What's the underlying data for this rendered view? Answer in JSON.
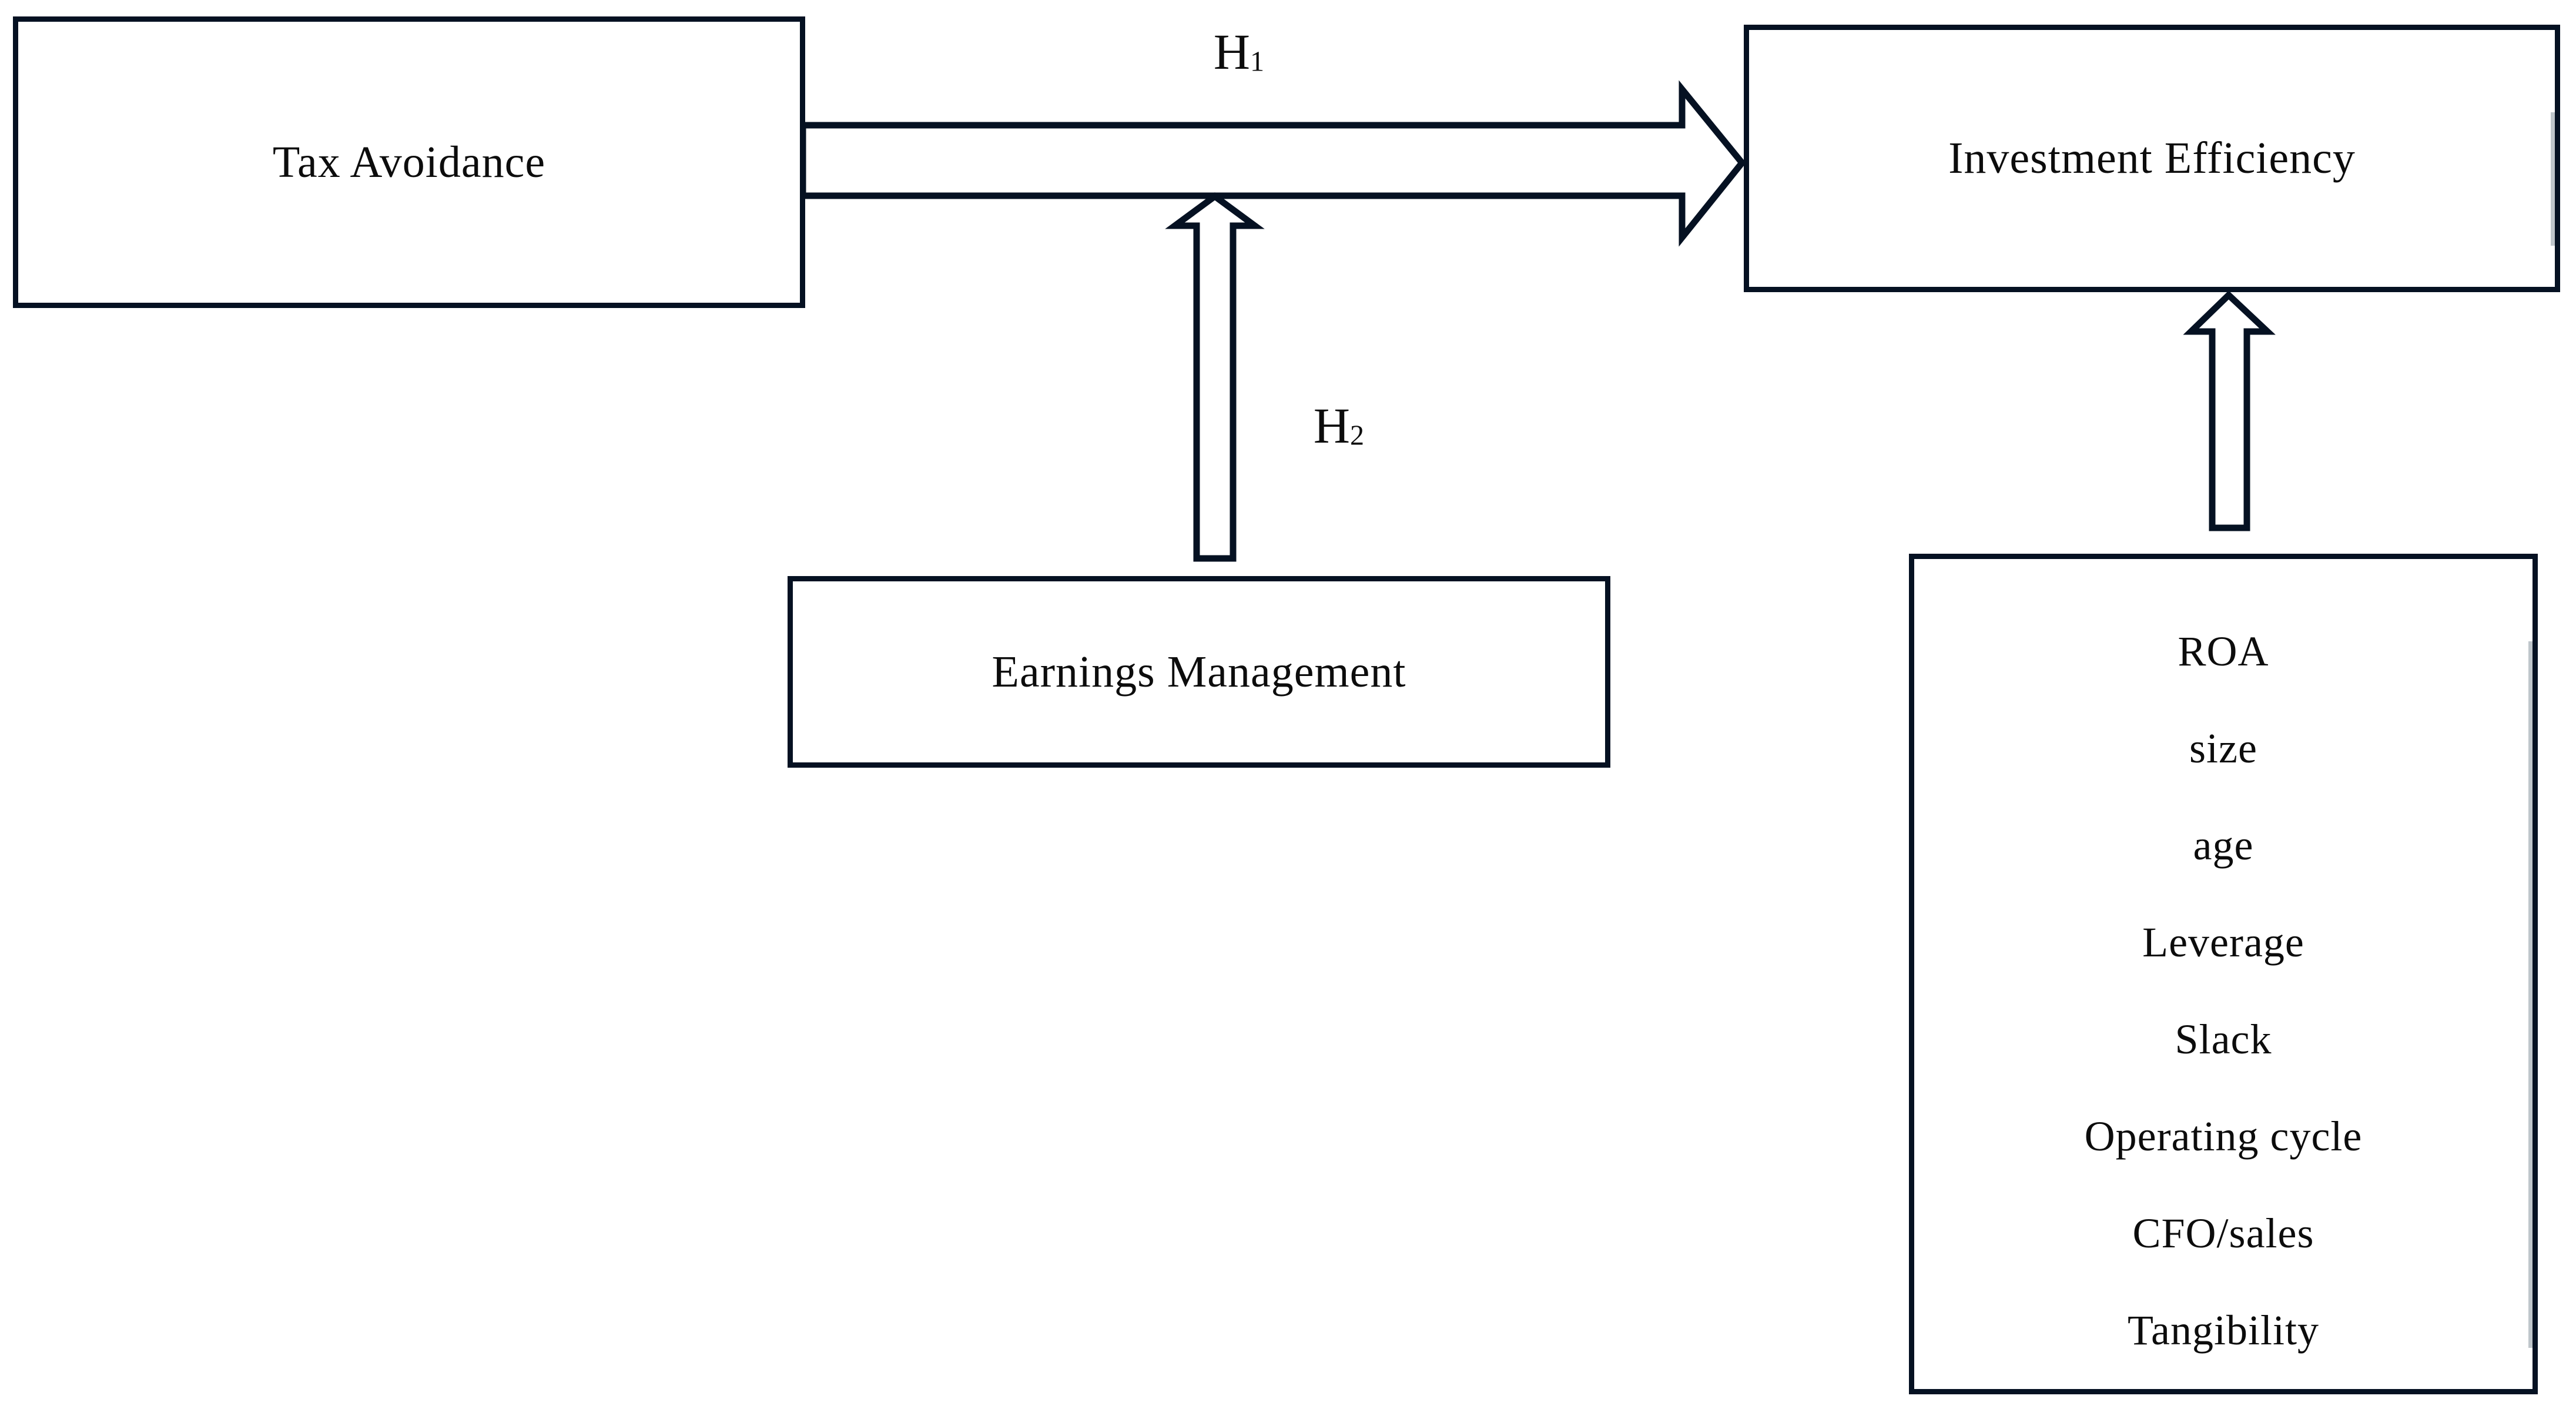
{
  "page": {
    "background": "#ffffff",
    "ink_color": "#051122",
    "text_color": "#0c0c0c"
  },
  "boxes": {
    "tax_avoidance": {
      "label": "Tax Avoidance"
    },
    "investment_efficiency": {
      "label": "Investment Efficiency"
    },
    "earnings_management": {
      "label": "Earnings Management"
    },
    "controls": {
      "items": [
        "ROA",
        "size",
        "age",
        "Leverage",
        "Slack",
        "Operating cycle",
        "CFO/sales",
        "Tangibility"
      ]
    }
  },
  "hypotheses": {
    "h1": {
      "base": "H",
      "sub": "1"
    },
    "h2": {
      "base": "H",
      "sub": "2"
    }
  },
  "arrows": {
    "h1_arrow": "Tax Avoidance to Investment Efficiency",
    "h2_arrow": "Earnings Management moderating H1",
    "controls_arrow": "Control variables to Investment Efficiency"
  }
}
